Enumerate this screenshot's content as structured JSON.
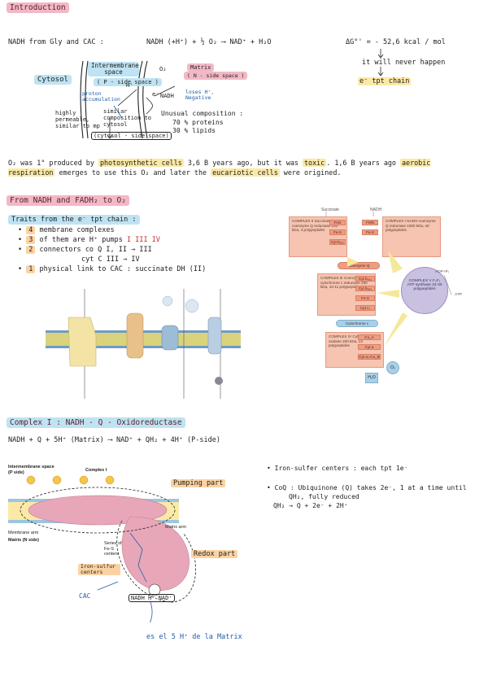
{
  "section1": {
    "title": "Introduction",
    "nadh_from": "NADH from Gly and CAC :",
    "equation": "NADH (+H⁺) + ½ O₂  ⟶  NAD⁺ + H₂O",
    "delta_g": "ΔG°' = - 52,6  kcal / mol",
    "never": "it will never happen",
    "tpt_chain": "e⁻ tpt chain",
    "cytosol": "Cytosol",
    "intermembrane": "Intermembrane space",
    "p_side": "( P - side space )",
    "matrix": "Matrix",
    "n_side": "( N - side space )",
    "o2": "O₂",
    "hplus": "H⁺",
    "eminus": "e⁻",
    "nadh": "NADH",
    "proton_acc": "proton accumulation",
    "loses": "loses H⁺, Negative",
    "highly": "highly permeable, similar to mp",
    "similar": "similar composition to cytosol",
    "cytosol_side": "(cytosol - side space)",
    "unusual": "Unusual composition :",
    "proteins": "70 % proteins",
    "lipids": "30 % lipids",
    "paragraph_a": "O₂ was 1° produced by ",
    "paragraph_hl1": "photosynthetic cells",
    "paragraph_b": " 3,6 B years ago, but it was ",
    "paragraph_hl2": "toxic",
    "paragraph_c": ". 1,6 B years ago ",
    "paragraph_hl3": "aerobic respiration",
    "paragraph_d": " emerges to use this O₂ and later the ",
    "paragraph_hl4": "eucariotic cells",
    "paragraph_e": " were origined."
  },
  "section2": {
    "title": "From NADH and FADH₂ to O₂",
    "subtitle": "Traits from the e⁻ tpt chain :",
    "bullets": [
      {
        "num": "4",
        "text": "membrane complexes"
      },
      {
        "num": "3",
        "text": "of them are H⁺ pumps",
        "note": "I  III IV"
      },
      {
        "num": "2",
        "text": "connectors"
      },
      {
        "num": "1",
        "text": "physical link to CAC : succinate DH  (II)"
      }
    ],
    "coq": "co Q  I, II → III",
    "cytc": "cyt C  III → IV"
  },
  "complex_diagram": {
    "succinate": "Succinate",
    "nadh": "NADH",
    "c2": "COMPLEX II Succinate-coenzyme Q reductase 140 kDa, 4 polypeptides",
    "c1": "COMPLEX I NADH-coenzyme Q reductase 1000 kDa, 40 polypeptides",
    "fad": "FAD",
    "fmn": "FMN",
    "fes": "Fe-S",
    "cytb": "Cyt b₅₆₀",
    "coq": "Coenzyme Q",
    "c3": "COMPLEX III Coenzyme Q-cytochrome c reductase 250 kDa, 10-11 polypeptides",
    "c3_inner": [
      "Cyt b₅₆₂",
      "Cyt b₅₆₆",
      "Fe-S",
      "Cyt c₁"
    ],
    "cytc": "Cytochrome c",
    "c4": "COMPLEX IV Cytochrome oxidase 200 kDa, 13 polypeptides",
    "c4_inner": [
      "Cu_A",
      "Cyt a",
      "Cyt a₃-Cu_B"
    ],
    "c5": "COMPLEX V F₀F₁ ATP synthase 24-30 polypeptides",
    "adp": "ADP+Pᵢ",
    "atp": "ATP",
    "o2": "O₂",
    "h2o": "H₂O"
  },
  "section3": {
    "title": "Complex I : NADH - Q - Oxidoreductase",
    "equation": "NADH + Q + 5H⁺ (Matrix)  ⟶  NAD⁺ + QH₂ + 4H⁺  (P-side)",
    "intermembrane": "Intermembrane space (P side)",
    "complex1": "Complex I",
    "membrane_arm": "Membrane arm",
    "matrix": "Matrix (N side)",
    "matrix_arm": "Matrix arm",
    "series": "Series of Fe-S centers",
    "pumping": "Pumping part",
    "redox": "Redox part",
    "iron_sulfur": "Iron-sulfur centers",
    "cac": "CAC",
    "nadh_nad": "NADH  H⁺  NAD⁺",
    "five_h": "es el 5 H⁺ de la Matrix",
    "note1": "• Iron-sulfer centers : each tpt 1e⁻",
    "note2": "• CoQ : Ubiquinone (Q) takes 2e⁻, 1 at a time until",
    "note3": "QH₂, fully reduced",
    "note4": "QH₂ → Q + 2e⁻ + 2H⁺"
  },
  "colors": {
    "pink_highlight": "#f2b8c6",
    "blue_highlight": "#bfe3f2",
    "yellow_highlight": "#fbe9a6",
    "complex_box": "#f6c4b0",
    "complex5": "#c9c1df",
    "arrow_yellow": "#f5e89a"
  }
}
